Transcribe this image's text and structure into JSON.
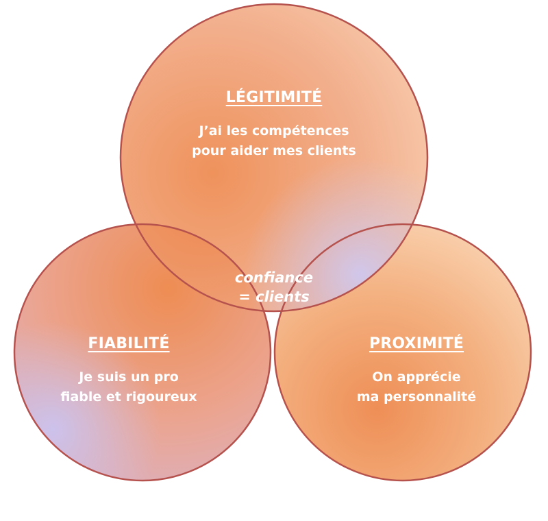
{
  "colors": {
    "orange": "#ee8a4e",
    "peach": "#f9c9a4",
    "lavender": "#cfc6ec",
    "outline": "#b5524e",
    "text": "#ffffff"
  },
  "circles": [
    {
      "id": "legitimite",
      "title": "LÉGITIMITÉ",
      "lines": [
        "J’ai les compétences",
        "pour aider mes clients"
      ]
    },
    {
      "id": "fiabilite",
      "title": "FIABILITÉ",
      "lines": [
        "Je suis un pro",
        "fiable et rigoureux"
      ]
    },
    {
      "id": "proximite",
      "title": "PROXIMITÉ",
      "lines": [
        "On apprécie",
        "ma personnalité"
      ]
    }
  ],
  "center": {
    "lines": [
      "confiance",
      "= clients"
    ]
  }
}
